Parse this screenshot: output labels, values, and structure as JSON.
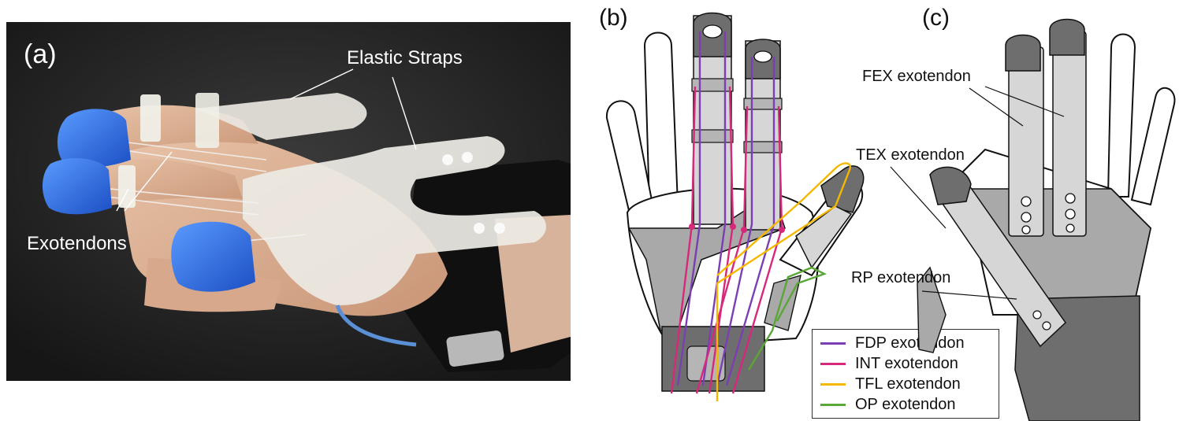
{
  "panel_a": {
    "label": "(a)",
    "annotations": {
      "elastic_straps": "Elastic Straps",
      "exotendons": "Exotendons"
    }
  },
  "panel_b": {
    "label": "(b)",
    "legend": [
      {
        "label": "FDP exotendon",
        "color": "#7b3fb3"
      },
      {
        "label": "INT exotendon",
        "color": "#d6297b"
      },
      {
        "label": "TFL exotendon",
        "color": "#f5b800"
      },
      {
        "label": "OP exotendon",
        "color": "#5aa637"
      }
    ]
  },
  "panel_c": {
    "label": "(c)",
    "annotations": {
      "fex": "FEX exotendon",
      "tex": "TEX exotendon",
      "rp": "RP exotendon"
    }
  },
  "colors": {
    "device_dark": "#6e6e6e",
    "device_mid": "#a9a9a9",
    "device_light": "#d6d6d6",
    "cap_blue": "#2f6fe0",
    "photo_bg": "#2a2a2a"
  }
}
